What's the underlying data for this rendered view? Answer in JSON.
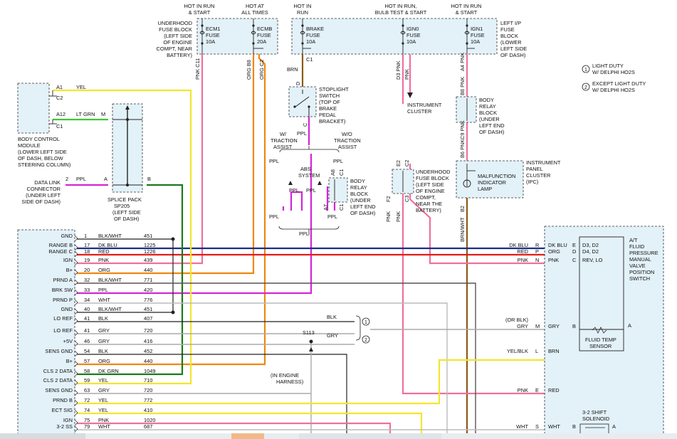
{
  "fuse_block_labels": {
    "underhood": [
      "UNDERHOOD",
      "FUSE BLOCK",
      "(LEFT SIDE",
      "OF ENGINE",
      "COMPT, NEAR",
      "BATTERY)"
    ],
    "left_ip": [
      "LEFT I/P",
      "FUSE",
      "BLOCK",
      "(LOWER",
      "LEFT SIDE",
      "OF DASH)"
    ],
    "underhood_mid": [
      "UNDERHOOD",
      "FUSE BLOCK",
      "(LEFT SIDE",
      "OF ENGINE",
      "COMPT,",
      "NEAR THE",
      "BATTERY)"
    ]
  },
  "hot_labels": [
    [
      "HOT IN RUN",
      "& START"
    ],
    [
      "HOT AT",
      "ALL TIMES"
    ],
    [
      "HOT IN",
      "RUN"
    ],
    [
      "HOT IN RUN,",
      "BULB TEST & START"
    ],
    [
      "HOT IN RUN",
      "& START"
    ]
  ],
  "fuses": [
    {
      "name": "ECM1",
      "type": "FUSE",
      "rating": "10A"
    },
    {
      "name": "ECMB",
      "type": "FUSE",
      "rating": "20A"
    },
    {
      "name": "BRAKE",
      "type": "FUSE",
      "rating": "10A"
    },
    {
      "name": "IGN0",
      "type": "FUSE",
      "rating": "10A"
    },
    {
      "name": "IGN1",
      "type": "FUSE",
      "rating": "10A"
    }
  ],
  "notes": [
    {
      "num": "1",
      "text": [
        "LIGHT DUTY",
        "W/ DELPHI HO2S"
      ]
    },
    {
      "num": "2",
      "text": [
        "EXCEPT LIGHT DUTY",
        "W/ DELPHI HO2S"
      ]
    }
  ],
  "vertical_labels": {
    "pnk_c11": "PNK C11",
    "org_b8": "ORG B8",
    "org_c2": "ORG C2",
    "c1": "C1",
    "brn": "BRN",
    "d3_pnk": "D3 PNK",
    "pnk": "PNK",
    "a4_pnk": "A4 PNK",
    "b8_pnk": "B8 PNK",
    "c9_pnk": "C9 PNK",
    "b6_pnk": "B6 PNK",
    "b2": "B2",
    "brnwht": "BRN/WHT",
    "e2": "E2",
    "c2": "C2",
    "f2": "F2",
    "c3": "C3",
    "d": "D",
    "c": "C",
    "a8": "A8",
    "c1b": "C1",
    "a7": "A7",
    "c1c": "C1",
    "pnk_left": "PNK",
    "pnk_right": "PNK"
  },
  "components": {
    "bcm": [
      "BODY CONTROL",
      "MODULE",
      "(LOWER LEFT SIDE",
      "OF DASH, BELOW",
      "STEERING COLUMN)"
    ],
    "data_link": [
      "DATA LINK",
      "CONNECTOR",
      "(UNDER LEFT",
      "SIDE OF DASH)"
    ],
    "splice_pack": [
      "SPLICE PACK",
      "SP205",
      "(LEFT SIDE",
      "OF DASH)"
    ],
    "stoplight": [
      "STOPLIGHT",
      "SWITCH",
      "(TOP OF",
      "BRAKE",
      "PEDAL",
      "BRACKET)"
    ],
    "body_relay_top": [
      "BODY",
      "RELAY",
      "BLOCK",
      "(UNDER",
      "LEFT END",
      "OF DASH)"
    ],
    "body_relay_mid": [
      "BODY",
      "RELAY",
      "BLOCK",
      "(UNDER",
      "LEFT END",
      "OF DASH)"
    ],
    "instrument_cluster": [
      "INSTRUMENT",
      "CLUSTER"
    ],
    "ipc": [
      "INSTRUMENT",
      "PANEL",
      "CLUSTER",
      "(IPC)"
    ],
    "mil": [
      "MALFUNCTION",
      "INDICATOR",
      "LAMP"
    ],
    "w_traction": [
      "W/",
      "TRACTION",
      "ASSIST"
    ],
    "wo_traction": [
      "W/O",
      "TRACTION",
      "ASSIST"
    ],
    "abs": [
      "ABS",
      "SYSTEM"
    ],
    "at_switch": [
      "A/T",
      "FLUID",
      "PRESSURE",
      "MANUAL",
      "VALVE",
      "POSITION",
      "SWITCH"
    ],
    "fluid_temp": [
      "FLUID TEMP",
      "SENSOR"
    ],
    "shift_sol": [
      "3-2 SHIFT",
      "SOLENOID"
    ],
    "engine_harness": [
      "(IN ENGINE",
      "HARNESS)"
    ],
    "s113": "S113"
  },
  "bcm_pins": [
    {
      "pin": "A1",
      "color": "YEL"
    },
    {
      "pin": "C2",
      "color": ""
    },
    {
      "pin": "A12",
      "color": "LT GRN"
    },
    {
      "pin": "C1",
      "color": ""
    }
  ],
  "misc_labels": {
    "m": "M",
    "a": "A",
    "b": "B",
    "two": "2",
    "ppl": "PPL",
    "ppl2": "PPL",
    "ppl3": "PPL",
    "ppl4": "PPL",
    "ppl5": "PPL",
    "ppl6": "PPL",
    "ppl7": "PPL",
    "ppl8": "PPL",
    "blk": "BLK",
    "gry": "GRY",
    "circ1": "1",
    "circ2": "2"
  },
  "ecm_rows": [
    {
      "label": "GND",
      "pin": "1",
      "color": "BLK/WHT",
      "circuit": "451"
    },
    {
      "label": "RANGE B",
      "pin": "17",
      "color": "DK BLU",
      "circuit": "1225"
    },
    {
      "label": "RANGE C",
      "pin": "18",
      "color": "RED",
      "circuit": "1226"
    },
    {
      "label": "IGN",
      "pin": "19",
      "color": "PNK",
      "circuit": "439"
    },
    {
      "label": "B+",
      "pin": "20",
      "color": "ORG",
      "circuit": "440"
    },
    {
      "label": "PRND A",
      "pin": "32",
      "color": "BLK/WHT",
      "circuit": "771"
    },
    {
      "label": "BRK SW",
      "pin": "33",
      "color": "PPL",
      "circuit": "420"
    },
    {
      "label": "PRND P",
      "pin": "34",
      "color": "WHT",
      "circuit": "776"
    },
    {
      "label": "GND",
      "pin": "40",
      "color": "BLK/WHT",
      "circuit": "451"
    },
    {
      "label": "LO REF",
      "pin": "41",
      "color": "BLK",
      "circuit": "407"
    },
    {
      "label": "LO REF",
      "pin": "41",
      "color": "GRY",
      "circuit": "720"
    },
    {
      "label": "+5V",
      "pin": "46",
      "color": "GRY",
      "circuit": "416"
    },
    {
      "label": "SENS GND",
      "pin": "54",
      "color": "BLK",
      "circuit": "452"
    },
    {
      "label": "B+",
      "pin": "57",
      "color": "ORG",
      "circuit": "440"
    },
    {
      "label": "CLS 2 DATA",
      "pin": "58",
      "color": "DK GRN",
      "circuit": "1049"
    },
    {
      "label": "CLS 2 DATA",
      "pin": "59",
      "color": "YEL",
      "circuit": "710"
    },
    {
      "label": "SENS GND",
      "pin": "63",
      "color": "GRY",
      "circuit": "720"
    },
    {
      "label": "PRND B",
      "pin": "72",
      "color": "YEL",
      "circuit": "772"
    },
    {
      "label": "ECT SIG",
      "pin": "74",
      "color": "YEL",
      "circuit": "410"
    },
    {
      "label": "IGN",
      "pin": "75",
      "color": "PNK",
      "circuit": "1020"
    },
    {
      "label": "3-2 SS",
      "pin": "79",
      "color": "WHT",
      "circuit": "687"
    }
  ],
  "right_rows": [
    {
      "color": "DK BLU",
      "pin": "R",
      "inner": "DK BLU",
      "pin2": "E",
      "desc": "D3, D2"
    },
    {
      "color": "RED",
      "pin": "P",
      "inner": "ORG",
      "pin2": "D",
      "desc": "D4, D2"
    },
    {
      "color": "PNK",
      "pin": "N",
      "inner": "PNK",
      "pin2": "C",
      "desc": "REV, LO"
    },
    {
      "color": "(OR BLK) GRY",
      "pin": "M",
      "inner": "GRY",
      "pin2": "B",
      "desc": ""
    },
    {
      "color": "YEL/BLK",
      "pin": "L",
      "inner": "BRN",
      "pin2": "",
      "desc": ""
    },
    {
      "color": "PNK",
      "pin": "E",
      "inner": "RED",
      "pin2": "",
      "desc": ""
    },
    {
      "color": "WHT",
      "pin": "S",
      "inner": "WHT",
      "pin2": "B",
      "desc": ""
    }
  ],
  "wire_colors": {
    "pink": "#f06fa0",
    "orange": "#f0870f",
    "yellow": "#f2e62c",
    "green": "#3fc63a",
    "magenta": "#d426d4",
    "dkgreen": "#1a7a1a",
    "blue": "#1a2f8a",
    "red": "#e21d1d",
    "brown": "#8a5a18",
    "gray": "#a8a8a8",
    "black": "#222222",
    "box_fill": "#e3f1f8"
  }
}
